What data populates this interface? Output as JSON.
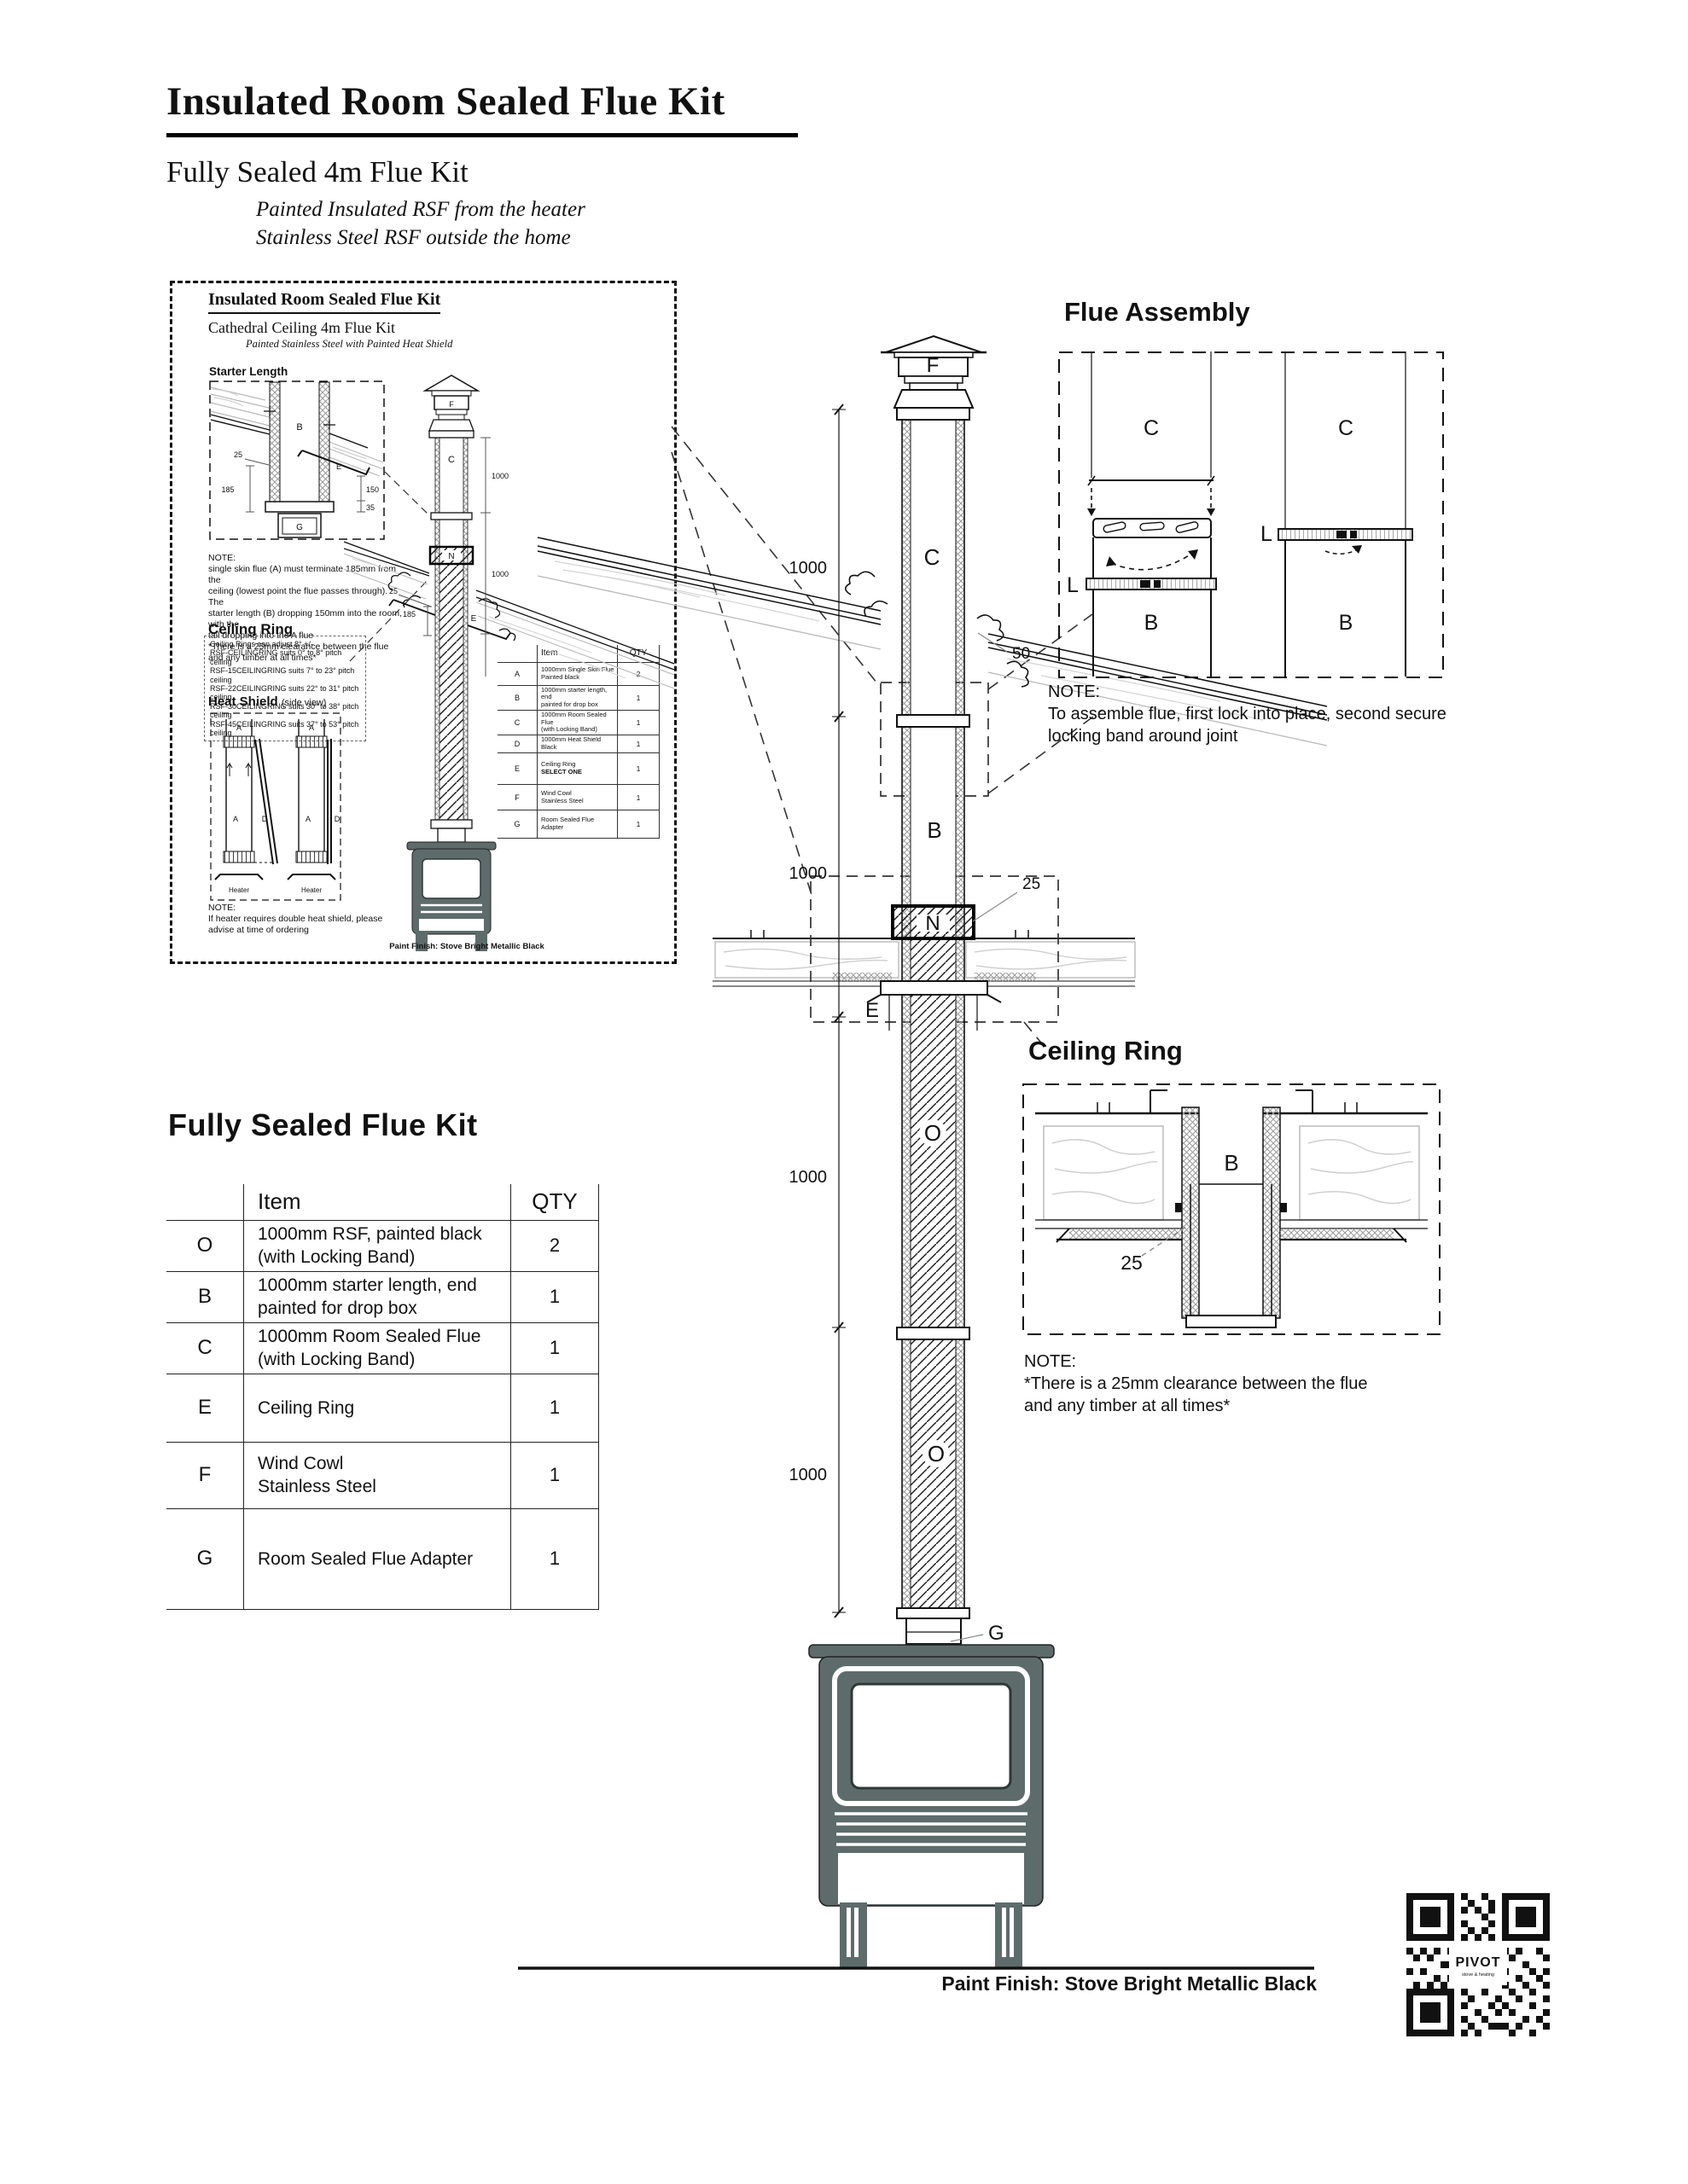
{
  "header": {
    "title": "Insulated Room Sealed Flue Kit",
    "subtitle": "Fully Sealed 4m Flue Kit",
    "tagline1": "Painted Insulated RSF from the heater",
    "tagline2": "Stainless Steel RSF outside the home"
  },
  "inset": {
    "title": "Insulated Room Sealed Flue Kit",
    "subtitle": "Cathedral Ceiling 4m Flue Kit",
    "tagline": "Painted Stainless Steel with Painted Heat Shield",
    "starter_heading": "Starter Length",
    "starter_labels": {
      "b": "B",
      "g": "G",
      "e": "E",
      "d25": "25",
      "d185": "185",
      "d150": "150",
      "d35": "35"
    },
    "flue_labels": {
      "f": "F",
      "c": "C",
      "n": "N",
      "e": "E",
      "d25": "25",
      "d185": "185",
      "d1000a": "1000",
      "d1000b": "1000"
    },
    "note1_heading": "NOTE:",
    "note1_lines": [
      "single skin flue (A) must terminate 185mm from the",
      "ceiling (lowest point the flue passes through). The",
      "starter length (B) dropping 150mm into the room, with the",
      "tail dropping into the A flue",
      "*There is a 25mm clearance between the flue",
      "and any timber at all times*"
    ],
    "ceiling_ring_heading": "Ceiling Ring",
    "ceiling_ring_lines": [
      "Ceiling Rings can adjust 8° +/-",
      "RSF-CEILINGRING suits 0° to 8° pitch ceiling",
      "RSF-15CEILINGRING suits 7° to 23° pitch ceiling",
      "RSF-22CEILINGRING suits 22° to 31° pitch ceiling",
      "RSF-30CEILINGRING suits 30° to 38° pitch ceiling",
      "RSF-45CEILINGRING suits 37° to 53° pitch ceiling"
    ],
    "heat_shield_heading": "Heat Shield",
    "heat_shield_suffix": "(side view)",
    "heat_shield_labels": {
      "a": "A",
      "d": "D",
      "heater": "Heater"
    },
    "note2_heading": "NOTE:",
    "note2_lines": [
      "If heater requires double heat shield, please",
      "advise at time of ordering"
    ],
    "table": {
      "col_item": "Item",
      "col_qty": "QTY",
      "rows": [
        {
          "key": "A",
          "line1": "1000mm Single Skin Flue",
          "line2": "Painted black",
          "qty": "2"
        },
        {
          "key": "B",
          "line1": "1000mm starter length, end",
          "line2": "painted for drop box",
          "qty": "1"
        },
        {
          "key": "C",
          "line1": "1000mm Room Sealed Flue",
          "line2": "(with Locking Band)",
          "qty": "1"
        },
        {
          "key": "D",
          "line1": "1000mm Heat Shield Black",
          "line2": "",
          "qty": "1"
        },
        {
          "key": "E",
          "line1": "Ceiling Ring",
          "line2": "SELECT ONE",
          "qty": "1"
        },
        {
          "key": "F",
          "line1": "Wind Cowl",
          "line2": "Stainless Steel",
          "qty": "1"
        },
        {
          "key": "G",
          "line1": "Room Sealed Flue Adapter",
          "line2": "",
          "qty": "1"
        }
      ]
    },
    "paint_finish": "Paint Finish: Stove Bright Metallic Black"
  },
  "assembly": {
    "heading": "Flue Assembly",
    "labels": {
      "c1": "C",
      "c2": "C",
      "l1": "L",
      "l2": "L",
      "b1": "B",
      "b2": "B"
    },
    "note_heading": "NOTE:",
    "note_lines": [
      "To assemble flue, first lock into place, second secure",
      "locking band around joint"
    ]
  },
  "ceiling_ring_detail": {
    "heading": "Ceiling Ring",
    "labels": {
      "b": "B",
      "d25": "25"
    },
    "note_heading": "NOTE:",
    "note_lines": [
      "*There is a 25mm clearance between the flue",
      "and any timber at all times*"
    ]
  },
  "kit": {
    "heading": "Fully Sealed Flue Kit",
    "col_item": "Item",
    "col_qty": "QTY",
    "rows": [
      {
        "key": "O",
        "line1": "1000mm RSF, painted black",
        "line2": "(with Locking Band)",
        "qty": "2"
      },
      {
        "key": "B",
        "line1": "1000mm starter length, end",
        "line2": "painted for drop box",
        "qty": "1"
      },
      {
        "key": "C",
        "line1": "1000mm Room Sealed Flue",
        "line2": "(with Locking Band)",
        "qty": "1"
      },
      {
        "key": "E",
        "line1": "Ceiling Ring",
        "line2": "",
        "qty": "1"
      },
      {
        "key": "F",
        "line1": "Wind Cowl",
        "line2": "Stainless Steel",
        "qty": "1"
      },
      {
        "key": "G",
        "line1": "Room Sealed Flue Adapter",
        "line2": "",
        "qty": "1"
      }
    ]
  },
  "main_drawing": {
    "labels": {
      "f": "F",
      "c": "C",
      "b": "B",
      "n": "N",
      "e": "E",
      "o1": "O",
      "o2": "O",
      "g": "G"
    },
    "dims": {
      "d1": "1000",
      "d2": "1000",
      "d3": "1000",
      "d4": "1000",
      "d50": "50",
      "d25": "25"
    }
  },
  "footer": {
    "paint_finish": "Paint Finish: Stove Bright Metallic Black"
  },
  "qr": {
    "brand": "PIVOT",
    "tagline": "stove & heating"
  },
  "colors": {
    "stove": "#5d6c6b",
    "ink": "#111111",
    "wood_line": "#c9c9c9"
  }
}
